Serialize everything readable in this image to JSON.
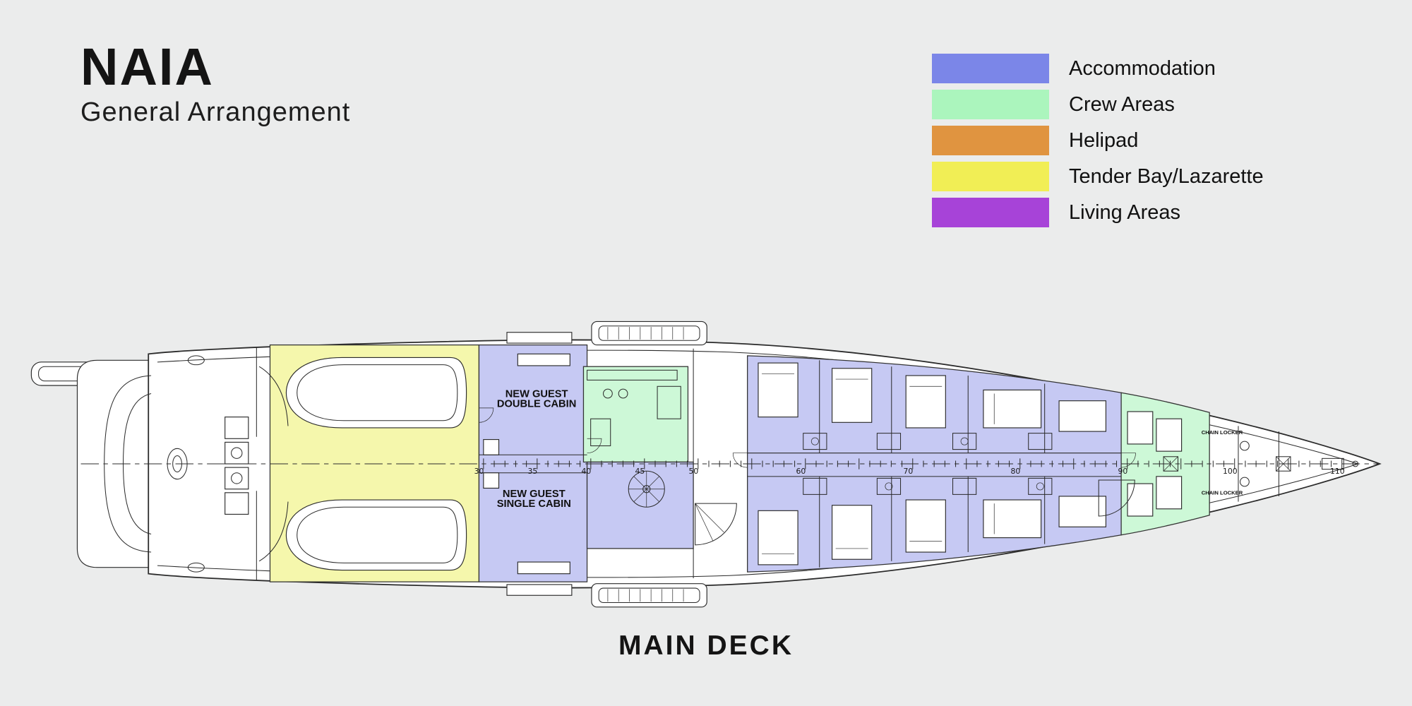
{
  "page": {
    "background": "#ebecec"
  },
  "header": {
    "title": "NAIA",
    "subtitle": "General Arrangement"
  },
  "legend": {
    "items": [
      {
        "label": "Accommodation",
        "color": "#7b86e8"
      },
      {
        "label": "Crew Areas",
        "color": "#abf5bd"
      },
      {
        "label": "Helipad",
        "color": "#e09440"
      },
      {
        "label": "Tender Bay/Lazarette",
        "color": "#f1ee55"
      },
      {
        "label": "Living Areas",
        "color": "#a743d8"
      }
    ]
  },
  "deck": {
    "label": "MAIN DECK",
    "zone_fills": {
      "accommodation": "#c6c9f3",
      "crew": "#cdf8d7",
      "tender": "#f5f7ac"
    },
    "annotations": [
      {
        "lines": [
          "NEW GUEST",
          "DOUBLE CABIN"
        ]
      },
      {
        "lines": [
          "NEW GUEST",
          "SINGLE CABIN"
        ]
      },
      {
        "lines": [
          "CHAIN LOCKER"
        ]
      },
      {
        "lines": [
          "CHAIN LOCKER"
        ]
      }
    ],
    "frame_numbers": [
      "30",
      "35",
      "40",
      "45",
      "50",
      "60",
      "70",
      "80",
      "90",
      "100",
      "110"
    ]
  }
}
